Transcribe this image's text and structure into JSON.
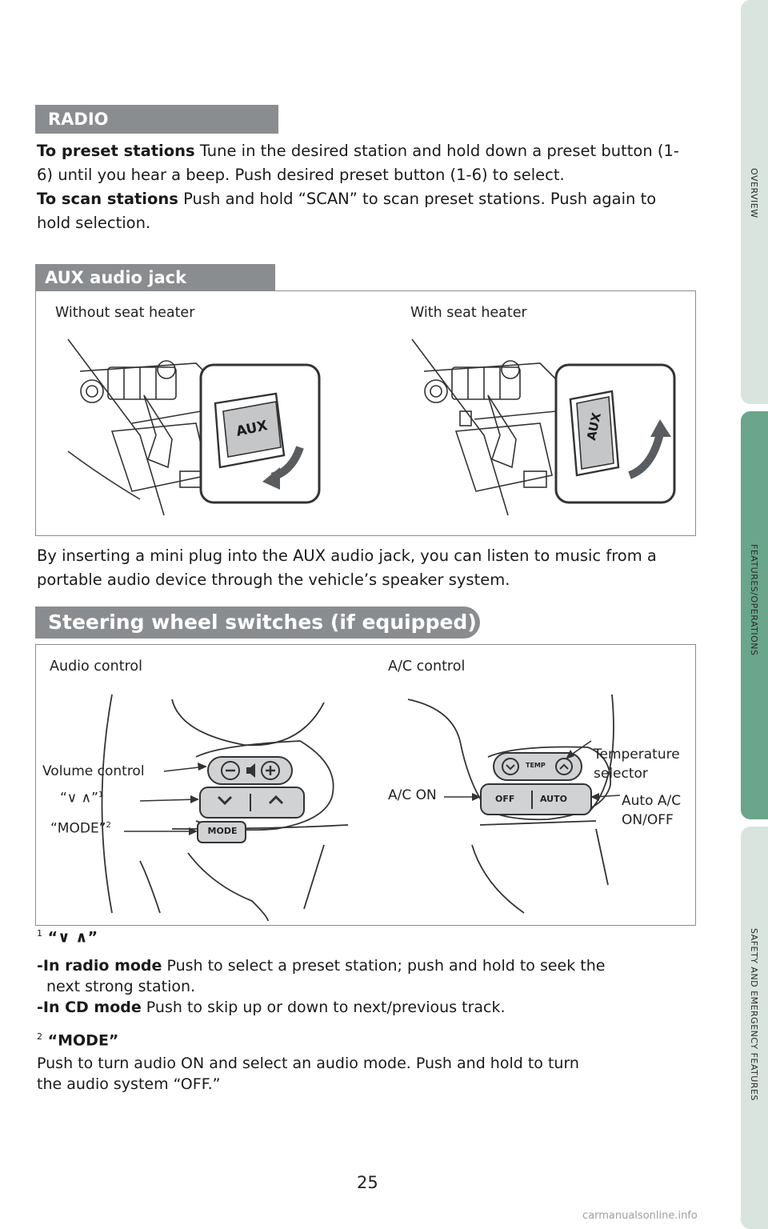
{
  "side_tabs": [
    {
      "label": "OVERVIEW",
      "color": "#d8e4dd"
    },
    {
      "label": "FEATURES/OPERATIONS",
      "color": "#6aa58c"
    },
    {
      "label": "SAFETY AND EMERGENCY FEATURES",
      "color": "#d8e4dd"
    }
  ],
  "radio": {
    "header": "RADIO",
    "preset_label": "To preset stations",
    "preset_text": " Tune in the desired station and hold down a preset button (1-6) until you hear a beep. Push desired preset button (1-6) to select.",
    "scan_label": "To scan stations",
    "scan_text": " Push and hold “SCAN” to scan preset stations. Push again to hold selection."
  },
  "aux": {
    "header": "AUX audio jack",
    "caption_left": "Without seat heater",
    "caption_right": "With seat heater",
    "jack_label": "AUX",
    "description": "By inserting a mini plug into the AUX audio jack, you can listen to music from a portable audio device through the vehicle’s speaker system."
  },
  "steering": {
    "header": "Steering wheel switches (if equipped)",
    "caption_left": "Audio control",
    "caption_right": "A/C control",
    "volume_control": "Volume control",
    "seek_label": "“∨ ∧”",
    "seek_sup": "1",
    "mode_label": "“MODE”",
    "mode_sup": "2",
    "mode_button": "MODE",
    "ac_on": "A/C ON",
    "temp_selector_1": "Temperature",
    "temp_selector_2": "selector",
    "auto_ac_1": "Auto A/C",
    "auto_ac_2": "ON/OFF",
    "temp_button": "TEMP",
    "off_button": "OFF",
    "auto_button": "AUTO"
  },
  "notes": {
    "note1_sup": "1",
    "note1_title": "“∨ ∧”",
    "radio_mode_label": "-In radio mode",
    "radio_mode_text": " Push to select a preset station; push and hold to seek the",
    "radio_mode_text2": "next strong station.",
    "cd_mode_label": "-In CD mode",
    "cd_mode_text": " Push to skip up or down to next/previous track.",
    "note2_sup": "2",
    "note2_title": "“MODE”",
    "note2_line1": "Push to turn audio ON and select an audio mode. Push and hold to turn",
    "note2_line2": "the audio system “OFF.”"
  },
  "page_number": "25",
  "watermark": "carmanualsonline.info"
}
